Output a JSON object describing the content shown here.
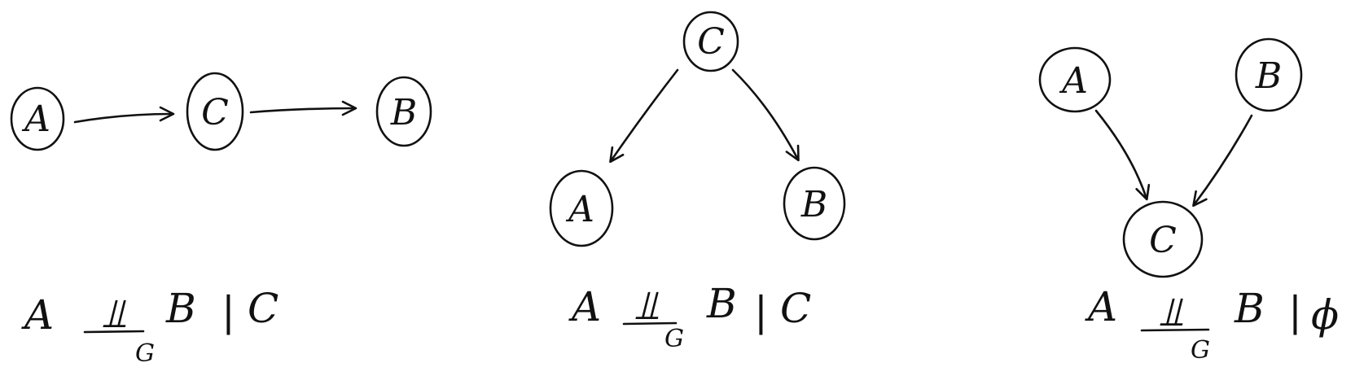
{
  "diagrams": [
    {
      "nodes": [
        {
          "id": "A",
          "label": "A"
        },
        {
          "id": "C",
          "label": "C"
        },
        {
          "id": "B",
          "label": "B"
        }
      ],
      "edges": [
        {
          "from": "A",
          "to": "C"
        },
        {
          "from": "C",
          "to": "B"
        }
      ],
      "statement": {
        "lhs": "A",
        "indep_symbol": "⫫",
        "subscript": "G",
        "rhs": "B",
        "given_bar": "|",
        "condition": "C"
      }
    },
    {
      "nodes": [
        {
          "id": "C",
          "label": "C"
        },
        {
          "id": "A",
          "label": "A"
        },
        {
          "id": "B",
          "label": "B"
        }
      ],
      "edges": [
        {
          "from": "C",
          "to": "A"
        },
        {
          "from": "C",
          "to": "B"
        }
      ],
      "statement": {
        "lhs": "A",
        "indep_symbol": "⫫",
        "subscript": "G",
        "rhs": "B",
        "given_bar": "|",
        "condition": "C"
      }
    },
    {
      "nodes": [
        {
          "id": "A",
          "label": "A"
        },
        {
          "id": "B",
          "label": "B"
        },
        {
          "id": "C",
          "label": "C"
        }
      ],
      "edges": [
        {
          "from": "A",
          "to": "C"
        },
        {
          "from": "B",
          "to": "C"
        }
      ],
      "statement": {
        "lhs": "A",
        "indep_symbol": "⫫",
        "subscript": "G",
        "rhs": "B",
        "given_bar": "|",
        "condition": "ϕ"
      }
    }
  ],
  "colors": {
    "ink": "#111111",
    "background": "#ffffff"
  }
}
